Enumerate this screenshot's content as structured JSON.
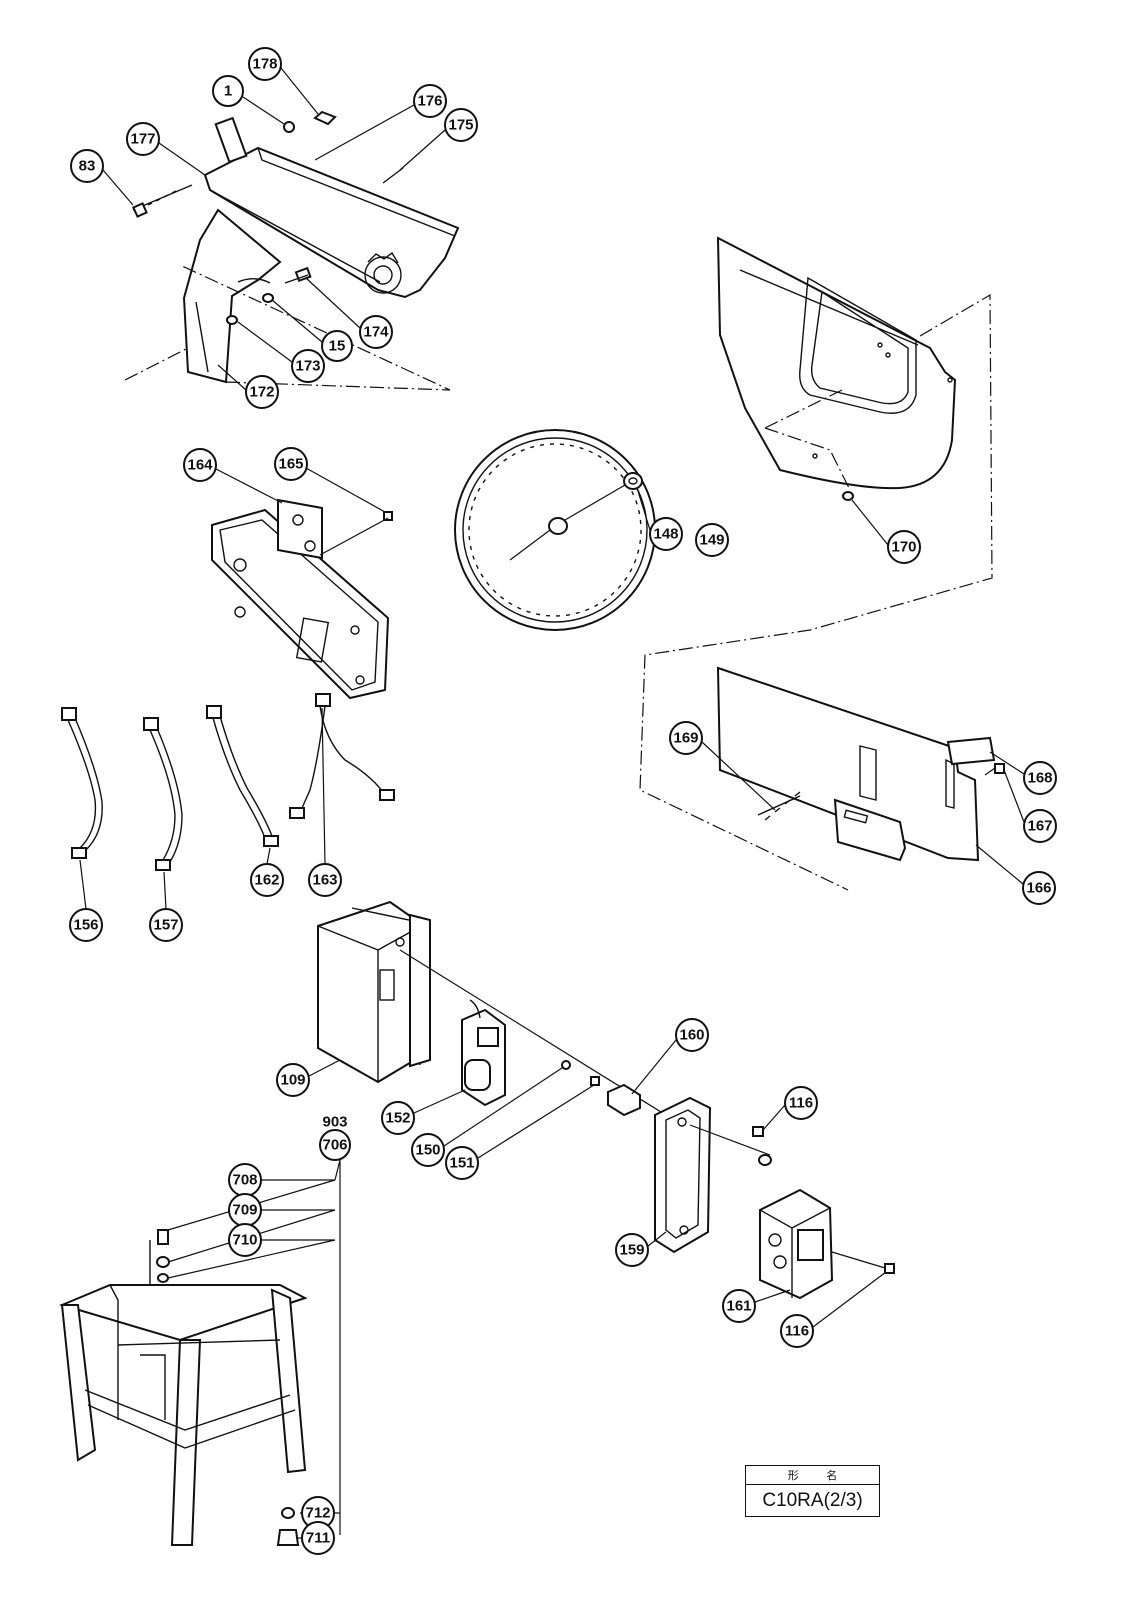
{
  "callouts": {
    "p1": "1",
    "p15": "15",
    "p83": "83",
    "p109": "109",
    "p116a": "116",
    "p116b": "116",
    "p148": "148",
    "p149": "149",
    "p150": "150",
    "p151": "151",
    "p152": "152",
    "p156": "156",
    "p157": "157",
    "p159": "159",
    "p160": "160",
    "p161": "161",
    "p162": "162",
    "p163": "163",
    "p164": "164",
    "p165": "165",
    "p166": "166",
    "p167": "167",
    "p168": "168",
    "p169": "169",
    "p170": "170",
    "p172": "172",
    "p173": "173",
    "p174": "174",
    "p175": "175",
    "p176": "176",
    "p177": "177",
    "p178": "178",
    "p706": "706",
    "p708": "708",
    "p709": "709",
    "p710": "710",
    "p711": "711",
    "p712": "712",
    "p903": "903"
  },
  "model_box": {
    "header_left": "形",
    "header_right": "名",
    "model": "C10RA(2/3)"
  }
}
